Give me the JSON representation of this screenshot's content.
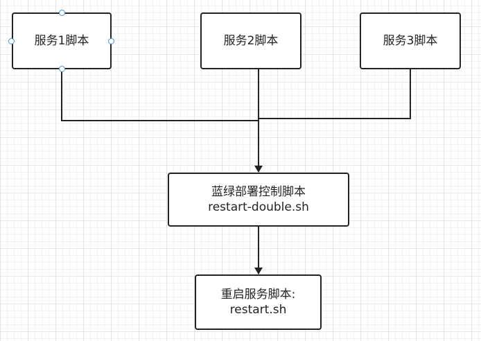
{
  "nodes": {
    "service1": {
      "label": "服务1脚本"
    },
    "service2": {
      "label": "服务2脚本"
    },
    "service3": {
      "label": "服务3脚本"
    },
    "controller": {
      "line1": "蓝绿部署控制脚本",
      "line2": "restart-double.sh"
    },
    "restart": {
      "line1": "重启服务脚本:",
      "line2": "restart.sh"
    }
  },
  "edges": [
    {
      "from": "service1",
      "to": "controller"
    },
    {
      "from": "service2",
      "to": "controller"
    },
    {
      "from": "service3",
      "to": "controller"
    },
    {
      "from": "controller",
      "to": "restart"
    }
  ],
  "selected_node": "service1",
  "colors": {
    "stroke": "#222222",
    "handle": "#4a90c8",
    "grid": "#e4e4e4"
  }
}
